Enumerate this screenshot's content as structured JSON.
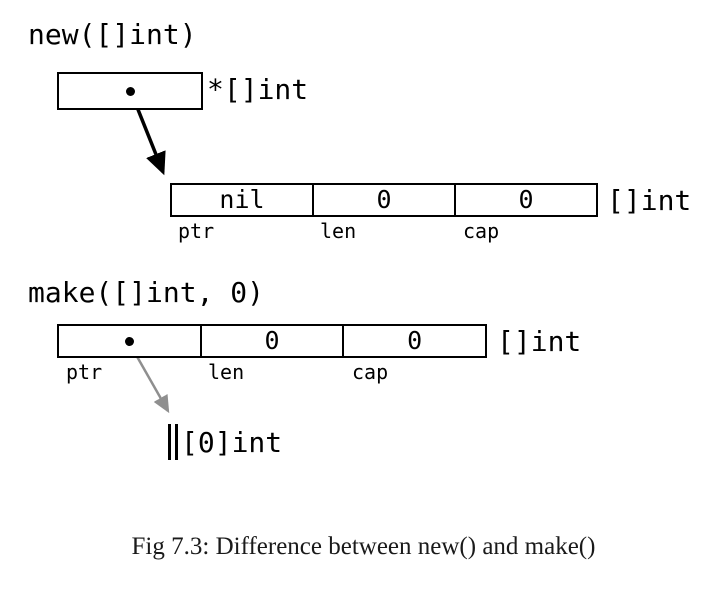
{
  "figure": {
    "new_section": {
      "title": "new([]int)",
      "pointer_type_label": "*[]int",
      "slice": {
        "ptr_value": "nil",
        "len_value": "0",
        "cap_value": "0"
      },
      "field_labels": {
        "ptr": "ptr",
        "len": "len",
        "cap": "cap"
      },
      "type_label": "[]int"
    },
    "make_section": {
      "title": "make([]int, 0)",
      "slice": {
        "ptr_value": "",
        "len_value": "0",
        "cap_value": "0"
      },
      "field_labels": {
        "ptr": "ptr",
        "len": "len",
        "cap": "cap"
      },
      "type_label": "[]int",
      "array_type_label": "[0]int"
    },
    "caption": "Fig 7.3: Difference between new() and make()",
    "icons": {
      "pointer_dot": "filled-circle",
      "empty_array": "double-vertical-bars",
      "new_arrow": "black-arrow-down-right",
      "make_arrow": "gray-arrow-down-right"
    },
    "colors": {
      "line_black": "#000000",
      "arrow_gray": "#8f8f8f",
      "text": "#000000",
      "caption_text": "#1a1a1a",
      "background": "#ffffff"
    }
  }
}
